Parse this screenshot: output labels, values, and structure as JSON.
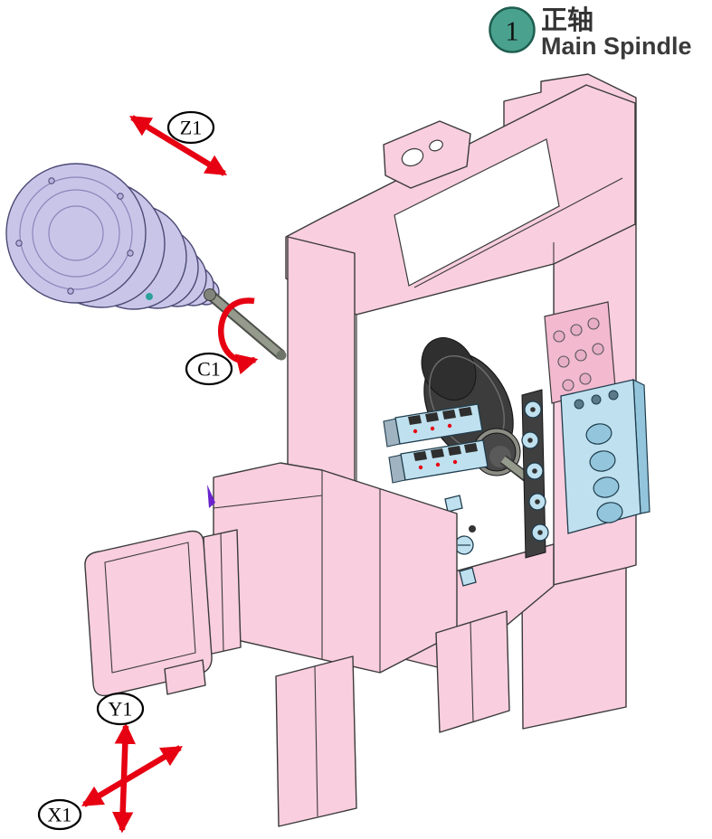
{
  "legend": {
    "number": "1",
    "title_zh": "正轴",
    "title_en": "Main Spindle"
  },
  "axis_labels": {
    "z": "Z1",
    "c": "C1",
    "y": "Y1",
    "x": "X1"
  },
  "colors": {
    "machine_pink": "#f9cede",
    "machine_pink_shade": "#f2b9cf",
    "outline": "#3a3a3a",
    "spindle_lavender": "#c9c5e8",
    "spindle_outline": "#4a4a74",
    "shaft_gray": "#949a8c",
    "tool_blue": "#bfe0ee",
    "tool_blue_dark": "#93c6dc",
    "drum_dark": "#3c3c3c",
    "arrow_red": "#e60012",
    "badge_teal": "#4aa28e",
    "purple_mark": "#6a23cc"
  }
}
